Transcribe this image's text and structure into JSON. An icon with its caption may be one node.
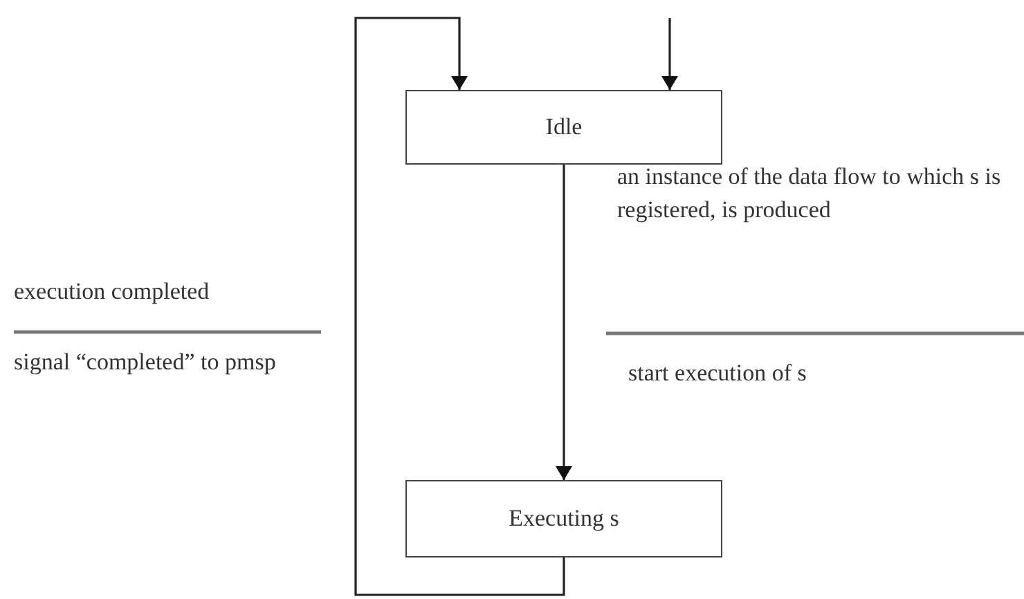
{
  "diagram": {
    "nodes": [
      {
        "text": [
          "Idle"
        ]
      },
      {
        "text": [
          "Executing s"
        ]
      }
    ],
    "edges": [
      {
        "from": 0,
        "to": 1,
        "arrow": "to"
      },
      {
        "from": 1,
        "to": 0,
        "arrow": "to"
      },
      {
        "from": null,
        "to": 0,
        "arrow": "to"
      }
    ],
    "labels": [
      "an instance of the data flow to which s is registered, is produced",
      "execution completed",
      "start execution of s",
      "signal “completed” to pmsp"
    ]
  }
}
